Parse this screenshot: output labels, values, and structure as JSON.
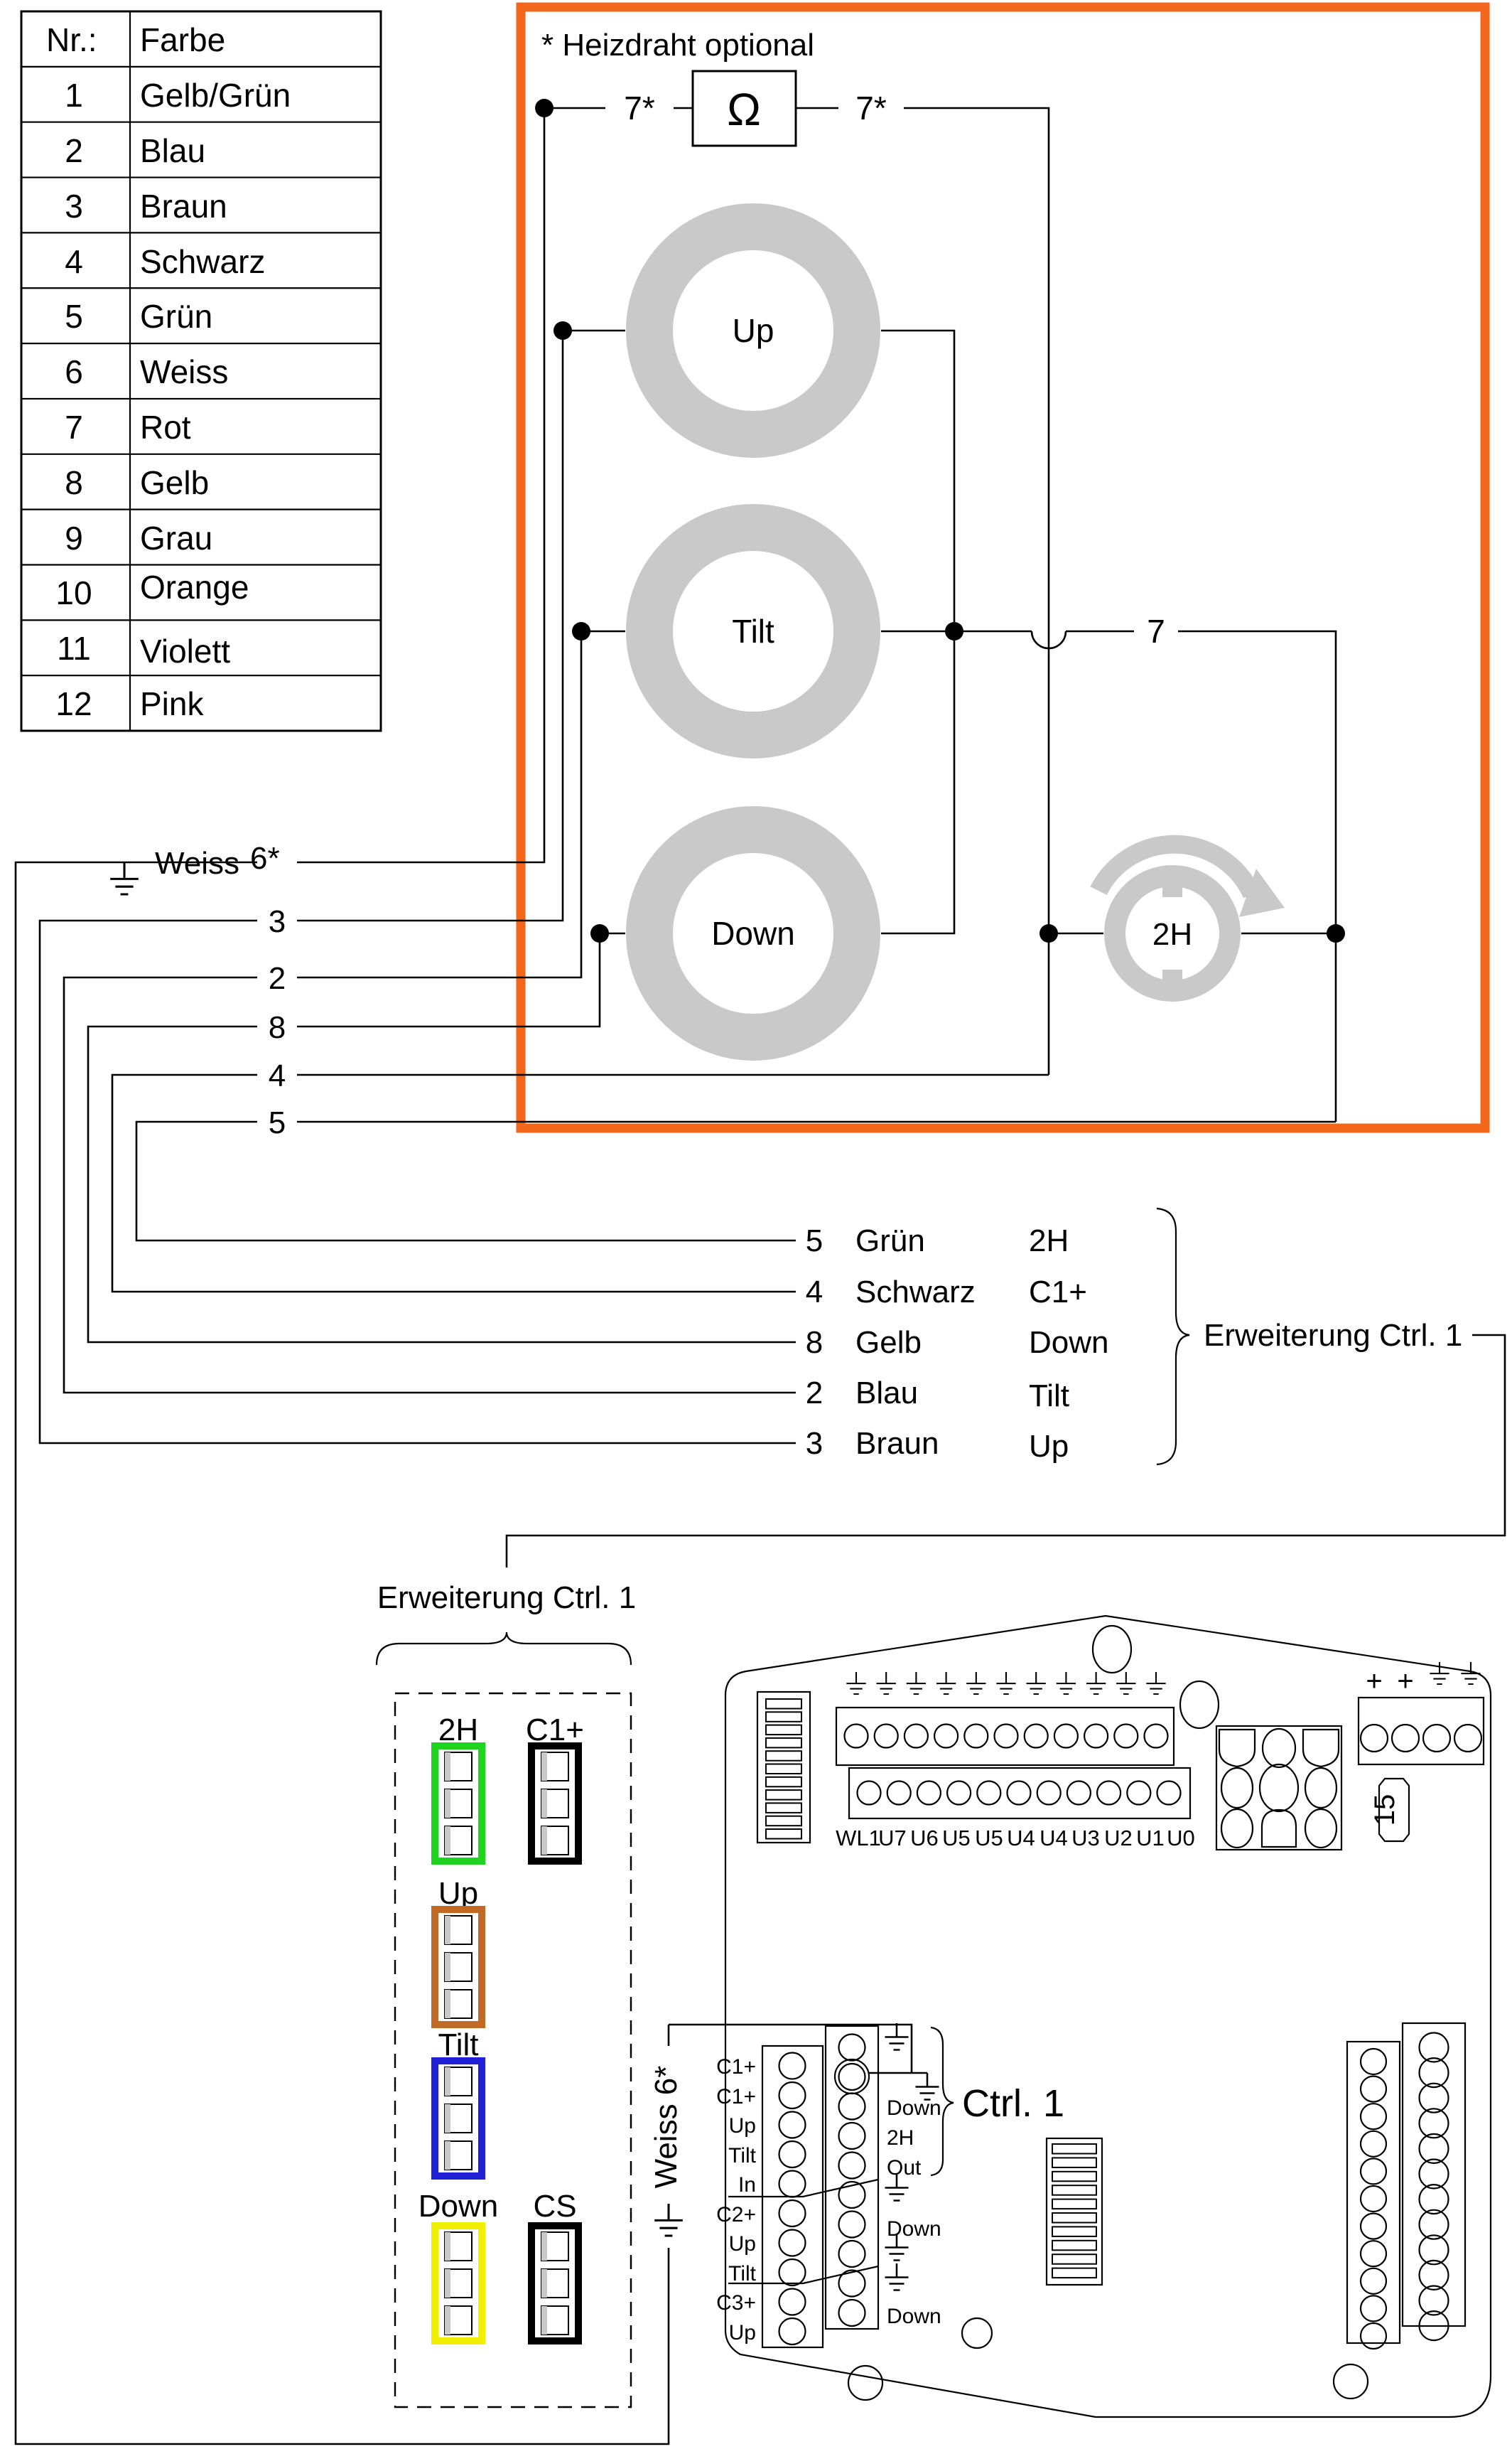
{
  "colors": {
    "box_orange": "#F2671C",
    "ring_gray": "#C9C9C9",
    "conn_green": "#1FD41F",
    "conn_black": "#000000",
    "conn_orange": "#C06A28",
    "conn_blue": "#2020D6",
    "conn_yellow": "#F0F000"
  },
  "wire_table": {
    "header": {
      "nr": "Nr.:",
      "farbe": "Farbe"
    },
    "rows": [
      {
        "nr": "1",
        "farbe": "Gelb/Grün"
      },
      {
        "nr": "2",
        "farbe": "Blau"
      },
      {
        "nr": "3",
        "farbe": "Braun"
      },
      {
        "nr": "4",
        "farbe": "Schwarz"
      },
      {
        "nr": "5",
        "farbe": "Grün"
      },
      {
        "nr": "6",
        "farbe": "Weiss"
      },
      {
        "nr": "7",
        "farbe": "Rot"
      },
      {
        "nr": "8",
        "farbe": "Gelb"
      },
      {
        "nr": "9",
        "farbe": "Grau"
      },
      {
        "nr": "10",
        "farbe": "Orange"
      },
      {
        "nr": "11",
        "farbe": "Violett"
      },
      {
        "nr": "12",
        "farbe": "Pink"
      }
    ]
  },
  "heater": {
    "note": "* Heizdraht optional",
    "pin_left": "7*",
    "pin_right": "7*",
    "omega": "Ω"
  },
  "coils": {
    "up": "Up",
    "tilt": "Tilt",
    "down": "Down",
    "motor": "2H",
    "common_pin": "7"
  },
  "cable": {
    "ground_color": "Weiss",
    "ground_pin": "6*",
    "pins": [
      "3",
      "2",
      "8",
      "4",
      "5"
    ]
  },
  "mapping": {
    "rows": [
      {
        "pin": "5",
        "color": "Grün",
        "signal": "2H"
      },
      {
        "pin": "4",
        "color": "Schwarz",
        "signal": "C1+"
      },
      {
        "pin": "8",
        "color": "Gelb",
        "signal": "Down"
      },
      {
        "pin": "2",
        "color": "Blau",
        "signal": "Tilt"
      },
      {
        "pin": "3",
        "color": "Braun",
        "signal": "Up"
      }
    ],
    "target": "Erweiterung Ctrl. 1"
  },
  "expansion": {
    "title": "Erweiterung Ctrl. 1",
    "connectors": [
      {
        "label": "2H"
      },
      {
        "label": "C1+"
      },
      {
        "label": "Up"
      },
      {
        "label": "Tilt"
      },
      {
        "label": "Down"
      },
      {
        "label": "CS"
      }
    ]
  },
  "board": {
    "ctrl": "Ctrl. 1",
    "ground_label": "Weiss 6*",
    "bottom_terminals": [
      "WL1",
      "U7",
      "U6",
      "U5",
      "U5",
      "U4",
      "U4",
      "U3",
      "U2",
      "U1",
      "U0"
    ],
    "left_pins": [
      "C1+",
      "C1+",
      "Up",
      "Tilt",
      "In",
      "C2+",
      "Up",
      "Tilt",
      "C3+",
      "Up"
    ],
    "right_pins": {
      "down1": "Down",
      "h2": "2H",
      "out": "Out",
      "down2": "Down",
      "down3": "Down"
    },
    "plus": "+",
    "tag": "15"
  }
}
